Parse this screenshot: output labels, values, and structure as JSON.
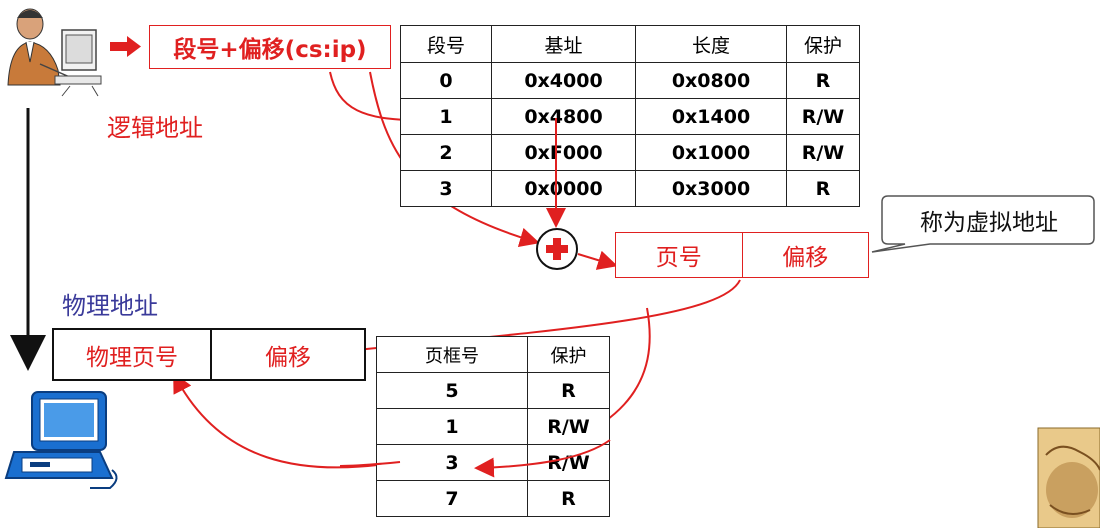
{
  "logical_address": {
    "box_label": "段号+偏移(cs:ip)",
    "caption": "逻辑地址"
  },
  "segment_table": {
    "headers": [
      "段号",
      "基址",
      "长度",
      "保护"
    ],
    "rows": [
      [
        "0",
        "0x4000",
        "0x0800",
        "R"
      ],
      [
        "1",
        "0x4800",
        "0x1400",
        "R/W"
      ],
      [
        "2",
        "0xF000",
        "0x1000",
        "R/W"
      ],
      [
        "3",
        "0x0000",
        "0x3000",
        "R"
      ]
    ]
  },
  "virtual_address": {
    "page_label": "页号",
    "offset_label": "偏移",
    "callout": "称为虚拟地址"
  },
  "physical_address": {
    "caption": "物理地址",
    "frame_label": "物理页号",
    "offset_label": "偏移"
  },
  "page_table": {
    "headers": [
      "页框号",
      "保护"
    ],
    "rows": [
      [
        "5",
        "R"
      ],
      [
        "1",
        "R/W"
      ],
      [
        "3",
        "R/W"
      ],
      [
        "7",
        "R"
      ]
    ]
  },
  "adder_symbol": "+",
  "icons": [
    "person-at-computer-icon",
    "computer-icon",
    "book-cover-icon",
    "right-arrow-icon",
    "plus-circle-icon"
  ],
  "colors": {
    "accent": "#e02020",
    "caption_blue": "#3a3a9a"
  }
}
